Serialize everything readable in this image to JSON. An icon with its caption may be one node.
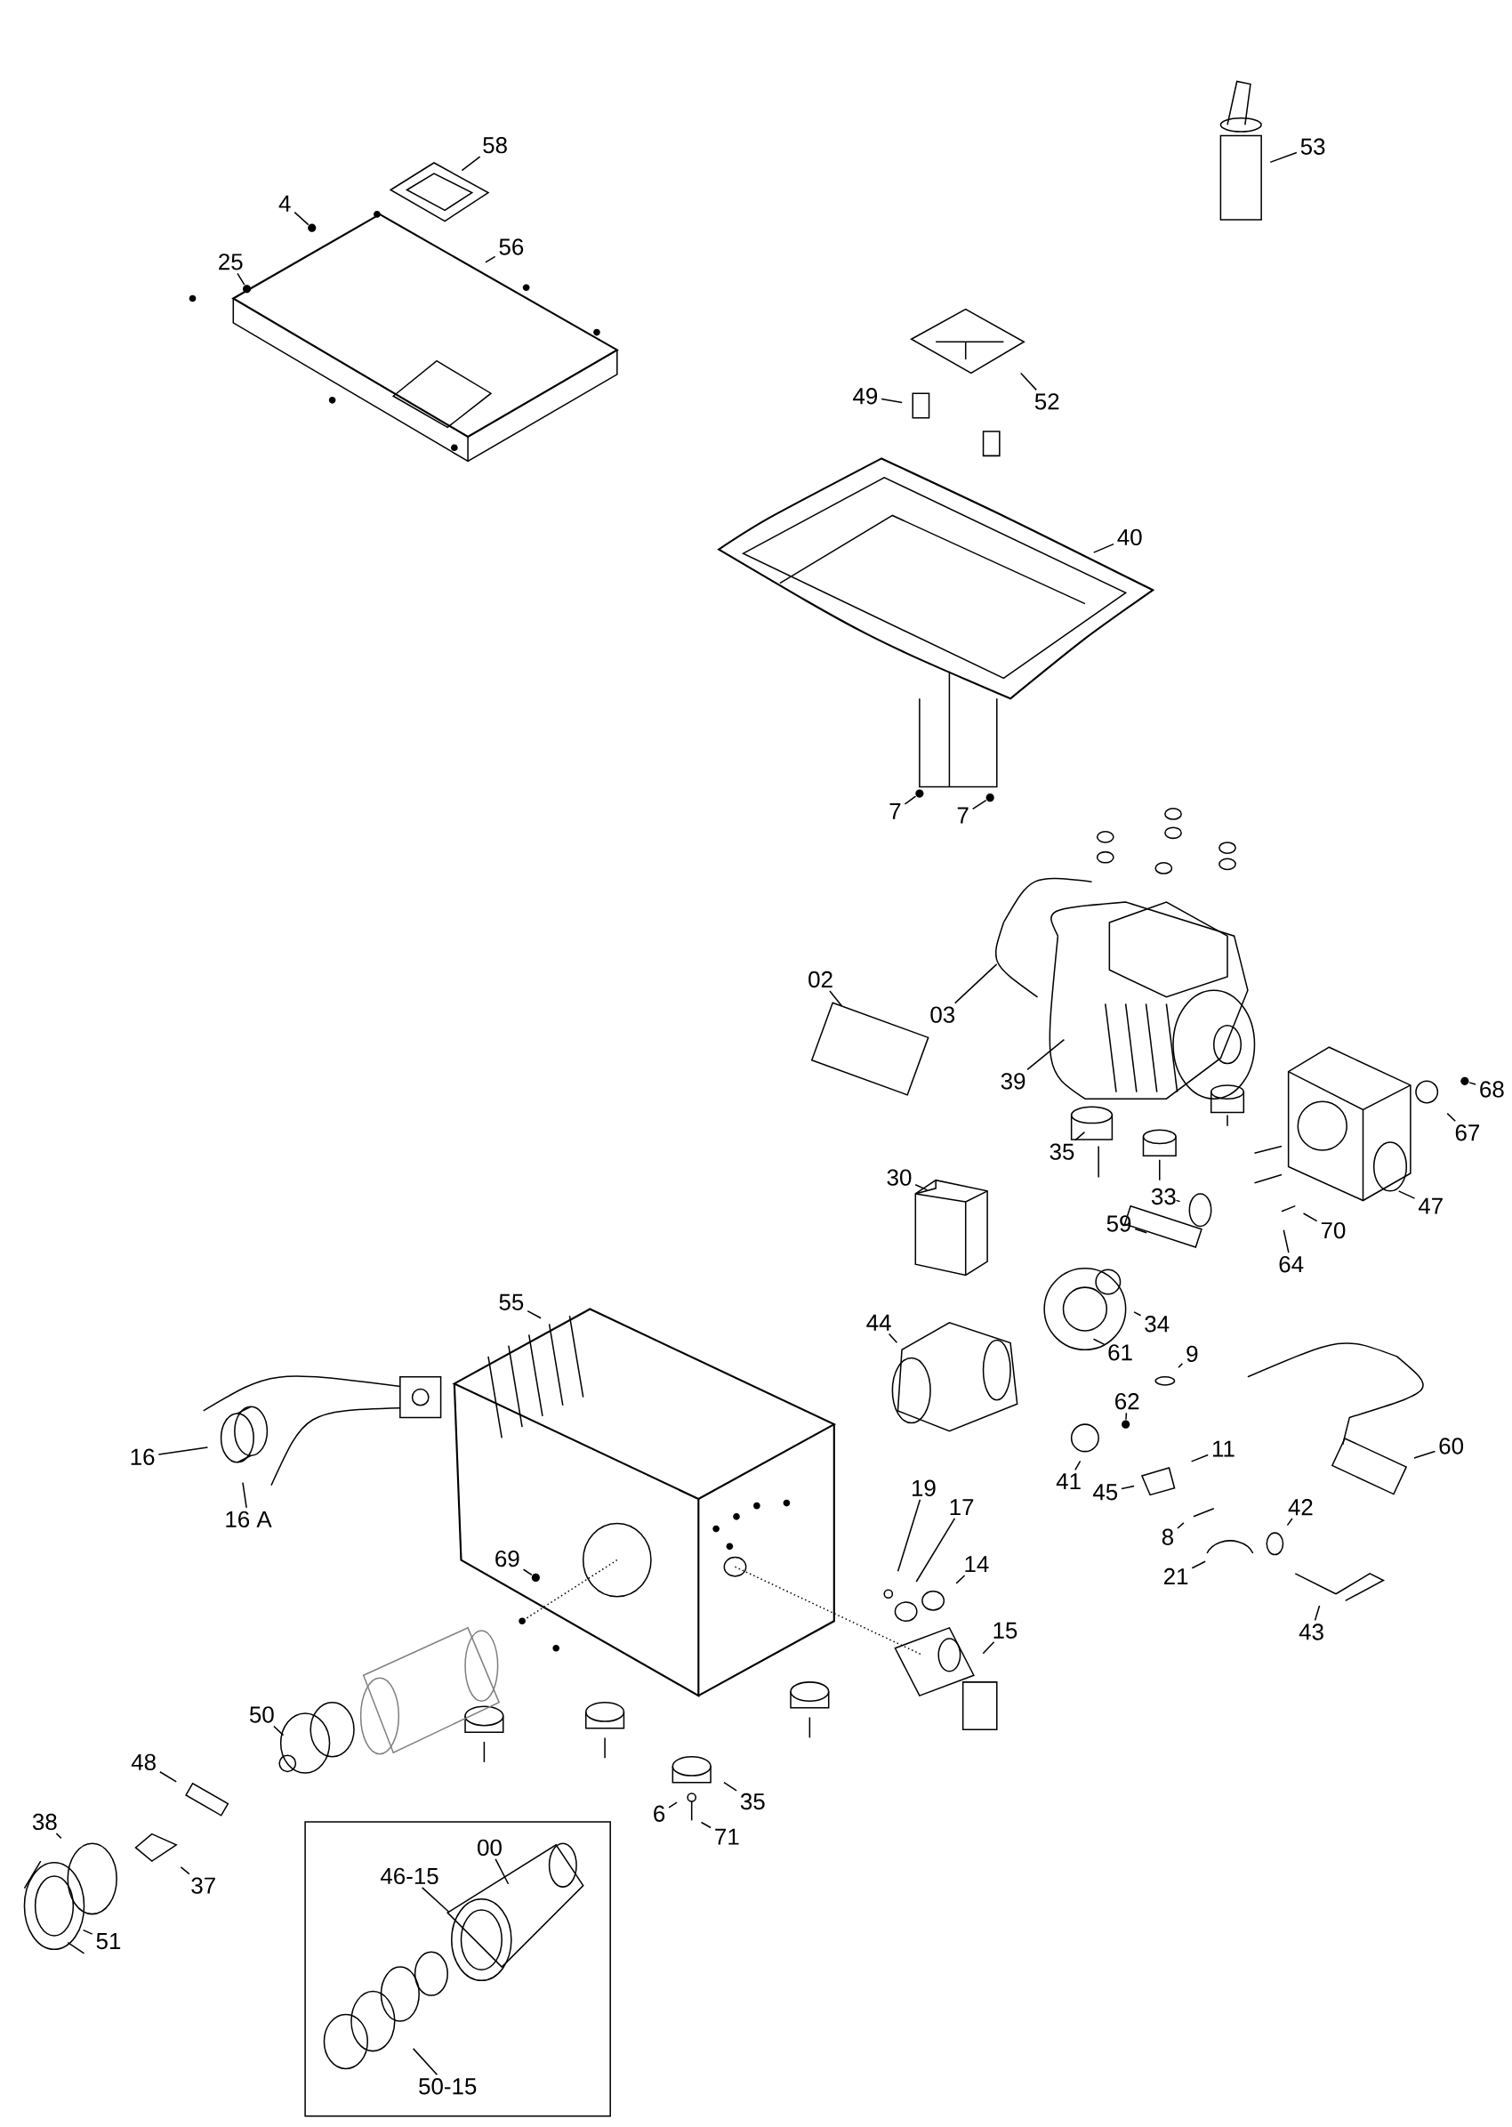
{
  "diagram": {
    "nodes": [
      {
        "text": [
          "58"
        ]
      },
      {
        "text": [
          "4"
        ]
      },
      {
        "text": [
          "25"
        ]
      },
      {
        "text": [
          "56"
        ]
      },
      {
        "text": [
          "53"
        ]
      },
      {
        "text": [
          "52"
        ]
      },
      {
        "text": [
          "49"
        ]
      },
      {
        "text": [
          "40"
        ]
      },
      {
        "text": [
          "7"
        ]
      },
      {
        "text": [
          "7"
        ]
      },
      {
        "text": [
          "02"
        ]
      },
      {
        "text": [
          "03"
        ]
      },
      {
        "text": [
          "39"
        ]
      },
      {
        "text": [
          "68"
        ]
      },
      {
        "text": [
          "67"
        ]
      },
      {
        "text": [
          "35"
        ]
      },
      {
        "text": [
          "33"
        ]
      },
      {
        "text": [
          "47"
        ]
      },
      {
        "text": [
          "59"
        ]
      },
      {
        "text": [
          "70"
        ]
      },
      {
        "text": [
          "64"
        ]
      },
      {
        "text": [
          "30"
        ]
      },
      {
        "text": [
          "34"
        ]
      },
      {
        "text": [
          "61"
        ]
      },
      {
        "text": [
          "9"
        ]
      },
      {
        "text": [
          "44"
        ]
      },
      {
        "text": [
          "55"
        ]
      },
      {
        "text": [
          "62"
        ]
      },
      {
        "text": [
          "60"
        ]
      },
      {
        "text": [
          "16"
        ]
      },
      {
        "text": [
          "16 A"
        ]
      },
      {
        "text": [
          "41"
        ]
      },
      {
        "text": [
          "45"
        ]
      },
      {
        "text": [
          "11"
        ]
      },
      {
        "text": [
          "8"
        ]
      },
      {
        "text": [
          "42"
        ]
      },
      {
        "text": [
          "21"
        ]
      },
      {
        "text": [
          "43"
        ]
      },
      {
        "text": [
          "19"
        ]
      },
      {
        "text": [
          "17"
        ]
      },
      {
        "text": [
          "14"
        ]
      },
      {
        "text": [
          "69"
        ]
      },
      {
        "text": [
          "15"
        ]
      },
      {
        "text": [
          "50"
        ]
      },
      {
        "text": [
          "48"
        ]
      },
      {
        "text": [
          "35"
        ]
      },
      {
        "text": [
          "6"
        ]
      },
      {
        "text": [
          "71"
        ]
      },
      {
        "text": [
          "38"
        ]
      },
      {
        "text": [
          "37"
        ]
      },
      {
        "text": [
          "51"
        ]
      },
      {
        "text": [
          "00"
        ]
      },
      {
        "text": [
          "46-15"
        ]
      },
      {
        "text": [
          "50-15"
        ]
      },
      {
        "text": [],
        "shape": "circle"
      },
      {
        "text": [],
        "shape": "circle"
      },
      {
        "text": [],
        "shape": "circle"
      },
      {
        "text": [],
        "shape": "circle"
      },
      {
        "text": [],
        "shape": "circle"
      },
      {
        "text": [],
        "shape": "circle"
      },
      {
        "text": [],
        "shape": "circle"
      }
    ],
    "edges": [
      {
        "from": 0,
        "to": null,
        "arrow": "none"
      },
      {
        "from": 1,
        "to": 54,
        "arrow": "none"
      },
      {
        "from": 2,
        "to": 55,
        "arrow": "none"
      },
      {
        "from": 3,
        "to": null,
        "arrow": "none"
      },
      {
        "from": 4,
        "to": null,
        "arrow": "none"
      },
      {
        "from": 5,
        "to": null,
        "arrow": "none"
      },
      {
        "from": 6,
        "to": null,
        "arrow": "none"
      },
      {
        "from": 7,
        "to": null,
        "arrow": "none"
      },
      {
        "from": 8,
        "to": 56,
        "arrow": "none"
      },
      {
        "from": 9,
        "to": 57,
        "arrow": "none"
      },
      {
        "from": 10,
        "to": null,
        "arrow": "none"
      },
      {
        "from": 11,
        "to": null,
        "arrow": "none"
      },
      {
        "from": 12,
        "to": null,
        "arrow": "none"
      },
      {
        "from": 13,
        "to": 58,
        "arrow": "none"
      },
      {
        "from": 14,
        "to": null,
        "arrow": "none"
      },
      {
        "from": 15,
        "to": null,
        "arrow": "none"
      },
      {
        "from": 16,
        "to": null,
        "arrow": "none"
      },
      {
        "from": 17,
        "to": null,
        "arrow": "none"
      },
      {
        "from": 18,
        "to": null,
        "arrow": "none"
      },
      {
        "from": 19,
        "to": null,
        "arrow": "none"
      },
      {
        "from": 20,
        "to": null,
        "arrow": "none"
      },
      {
        "from": 21,
        "to": null,
        "arrow": "none"
      },
      {
        "from": 22,
        "to": null,
        "arrow": "none"
      },
      {
        "from": 23,
        "to": null,
        "arrow": "none"
      },
      {
        "from": 24,
        "to": null,
        "arrow": "none"
      },
      {
        "from": 25,
        "to": null,
        "arrow": "none"
      },
      {
        "from": 26,
        "to": null,
        "arrow": "none"
      },
      {
        "from": 27,
        "to": 59,
        "arrow": "none"
      },
      {
        "from": 28,
        "to": null,
        "arrow": "none"
      },
      {
        "from": 29,
        "to": null,
        "arrow": "none"
      },
      {
        "from": 30,
        "to": null,
        "arrow": "none"
      },
      {
        "from": 31,
        "to": null,
        "arrow": "none"
      },
      {
        "from": 32,
        "to": null,
        "arrow": "none"
      },
      {
        "from": 33,
        "to": null,
        "arrow": "none"
      },
      {
        "from": 34,
        "to": null,
        "arrow": "none"
      },
      {
        "from": 35,
        "to": null,
        "arrow": "none"
      },
      {
        "from": 36,
        "to": null,
        "arrow": "none"
      },
      {
        "from": 37,
        "to": null,
        "arrow": "none"
      },
      {
        "from": 38,
        "to": null,
        "arrow": "none"
      },
      {
        "from": 39,
        "to": null,
        "arrow": "none"
      },
      {
        "from": 40,
        "to": null,
        "arrow": "none"
      },
      {
        "from": 41,
        "to": 60,
        "arrow": "none"
      },
      {
        "from": 42,
        "to": null,
        "arrow": "none"
      },
      {
        "from": 43,
        "to": null,
        "arrow": "none"
      },
      {
        "from": 44,
        "to": null,
        "arrow": "none"
      },
      {
        "from": 45,
        "to": null,
        "arrow": "none"
      },
      {
        "from": 46,
        "to": null,
        "arrow": "none"
      },
      {
        "from": 47,
        "to": null,
        "arrow": "none"
      },
      {
        "from": 48,
        "to": null,
        "arrow": "none"
      },
      {
        "from": 49,
        "to": null,
        "arrow": "none"
      },
      {
        "from": 50,
        "to": null,
        "arrow": "none"
      },
      {
        "from": 51,
        "to": null,
        "arrow": "none"
      },
      {
        "from": 52,
        "to": null,
        "arrow": "none"
      },
      {
        "from": 53,
        "to": null,
        "arrow": "none"
      }
    ]
  }
}
